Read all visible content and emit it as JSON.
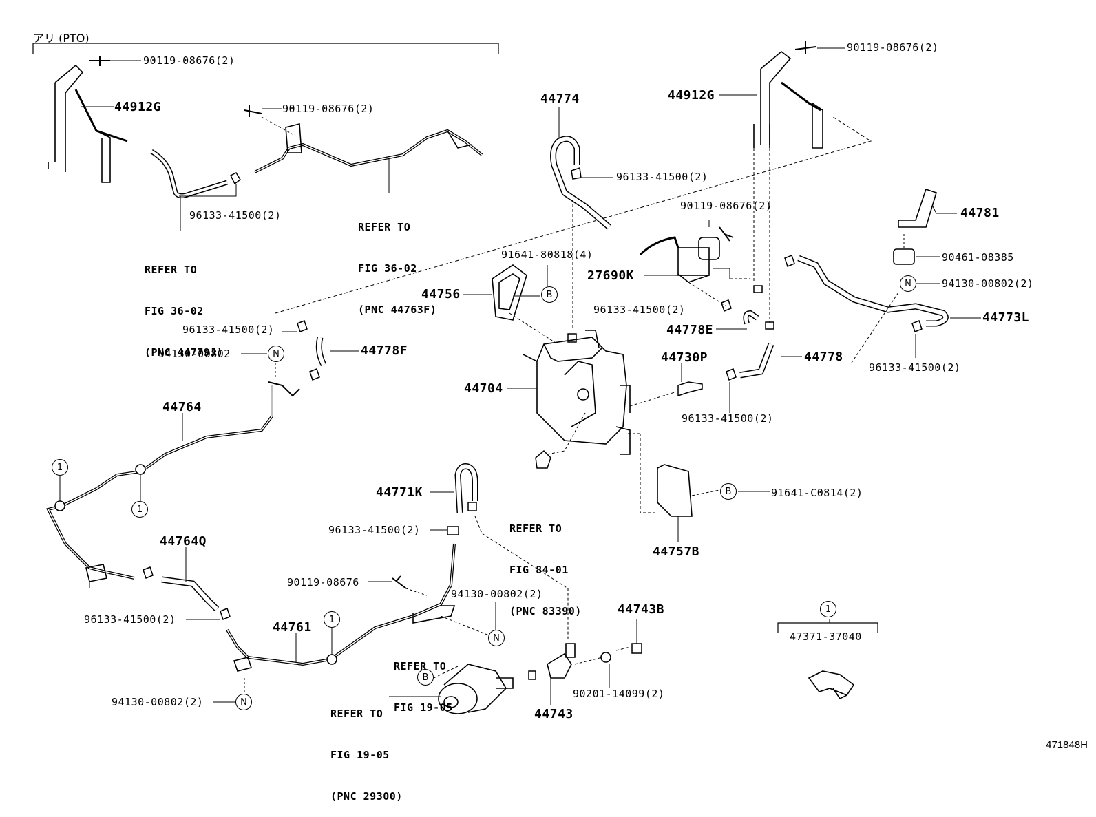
{
  "header": {
    "caption": "アリ (PTO)"
  },
  "figure_id": "471848H",
  "parts": {
    "p90119_a": "90119-08676(2)",
    "p44912g_a": "44912G",
    "p90119_b": "90119-08676(2)",
    "p96133_a": "96133-41500(2)",
    "p90119_c": "90119-08676(2)",
    "p44912g_b": "44912G",
    "p44774": "44774",
    "p96133_b": "96133-41500(2)",
    "p90119_d": "90119-08676(2)",
    "p44781": "44781",
    "p90461": "90461-08385",
    "p94130_a": "94130-00802(2)",
    "p91641_a": "91641-80818(4)",
    "p44756": "44756",
    "p27690k": "27690K",
    "p96133_c": "96133-41500(2)",
    "p44773l": "44773L",
    "p44778e": "44778E",
    "p96133_d": "96133-41500(2)",
    "p94130_b": "94130-00802",
    "p44778f": "44778F",
    "p44730p": "44730P",
    "p44778": "44778",
    "p96133_e": "96133-41500(2)",
    "p44704": "44704",
    "p96133_f": "96133-41500(2)",
    "p44764": "44764",
    "p91641_b": "91641-C0814(2)",
    "p44771k": "44771K",
    "p96133_g": "96133-41500(2)",
    "p44757b": "44757B",
    "p44764q": "44764Q",
    "p90119_e": "90119-08676",
    "p94130_c": "94130-00802(2)",
    "p44743b": "44743B",
    "p96133_h": "96133-41500(2)",
    "p44761": "44761",
    "p47371": "47371-37040",
    "p90201": "90201-14099(2)",
    "p94130_d": "94130-00802(2)",
    "p44743": "44743"
  },
  "refs": {
    "r1": [
      "REFER TO",
      "FIG 36-02",
      "(PNC 44763F)"
    ],
    "r2": [
      "REFER TO",
      "FIG 36-02",
      "(PNC 44779J)"
    ],
    "r3": [
      "REFER TO",
      "FIG 84-01",
      "(PNC 83390)"
    ],
    "r4": [
      "REFER TO",
      "FIG 19-05"
    ],
    "r5": [
      "REFER TO",
      "FIG 19-05",
      "(PNC 29300)"
    ]
  },
  "markers": {
    "one": "1",
    "n": "N",
    "b": "B"
  }
}
